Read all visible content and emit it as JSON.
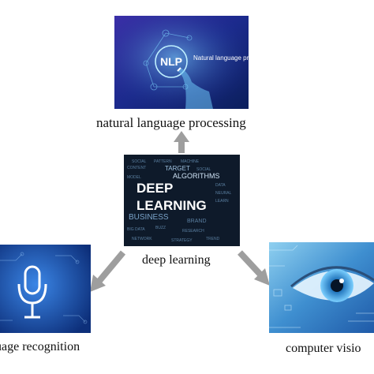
{
  "nodes": {
    "nlp": {
      "caption": "natural language processing",
      "image_logo_text": "NLP",
      "image_text": "Natural language processing"
    },
    "deep_learning": {
      "caption": "deep learning",
      "image_words": [
        "DEEP",
        "LEARNING",
        "BUSINESS",
        "ALGORITHMS",
        "TARGET",
        "SOCIAL",
        "PATTERN",
        "MACHINE",
        "BRAND",
        "BUZZ",
        "BIG DATA",
        "RESEARCH",
        "MODEL"
      ]
    },
    "speech": {
      "caption": "uage recognition",
      "icon": "microphone-icon"
    },
    "cv": {
      "caption": "computer visio",
      "icon": "eye-icon"
    }
  },
  "colors": {
    "arrow": "#9e9e9e",
    "nlp_bg": "#1b2a8c",
    "dl_bg": "#0e1a2a",
    "speech_bg": "#1f4fb3",
    "cv_bg": "#5aa6d8"
  }
}
